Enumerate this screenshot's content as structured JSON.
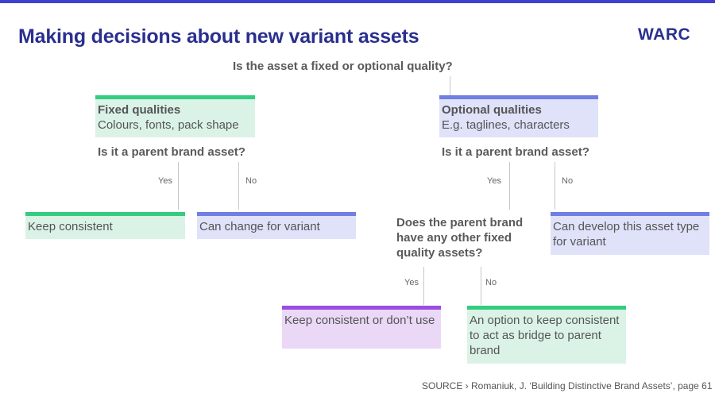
{
  "header": {
    "title": "Making decisions about new variant assets",
    "logo": "WARC"
  },
  "diagram": {
    "root_question": "Is the asset a fixed or optional quality?",
    "fixed": {
      "heading": "Fixed qualities",
      "detail": "Colours, fonts, pack shape",
      "question": "Is it a parent brand asset?",
      "yes_label": "Yes",
      "no_label": "No",
      "yes_outcome": "Keep consistent",
      "no_outcome": "Can change for variant"
    },
    "optional": {
      "heading": "Optional qualities",
      "detail": "E.g. taglines, characters",
      "question": "Is it a parent brand asset?",
      "yes_label": "Yes",
      "no_label": "No",
      "no_outcome": "Can develop this asset type for variant",
      "followup_question": "Does the parent brand have any other fixed quality assets?",
      "followup_yes_label": "Yes",
      "followup_no_label": "No",
      "followup_yes_outcome": "Keep consistent or don’t use",
      "followup_no_outcome": "An option to keep consistent to act as bridge to parent brand"
    },
    "colors": {
      "green": "#34cc7f",
      "blue": "#6f7fe2",
      "purple": "#9a4de3",
      "title": "#2a2f8f"
    }
  },
  "footer": {
    "source": "SOURCE › Romaniuk, J. ‘Building Distinctive Brand Assets’, page 61"
  }
}
